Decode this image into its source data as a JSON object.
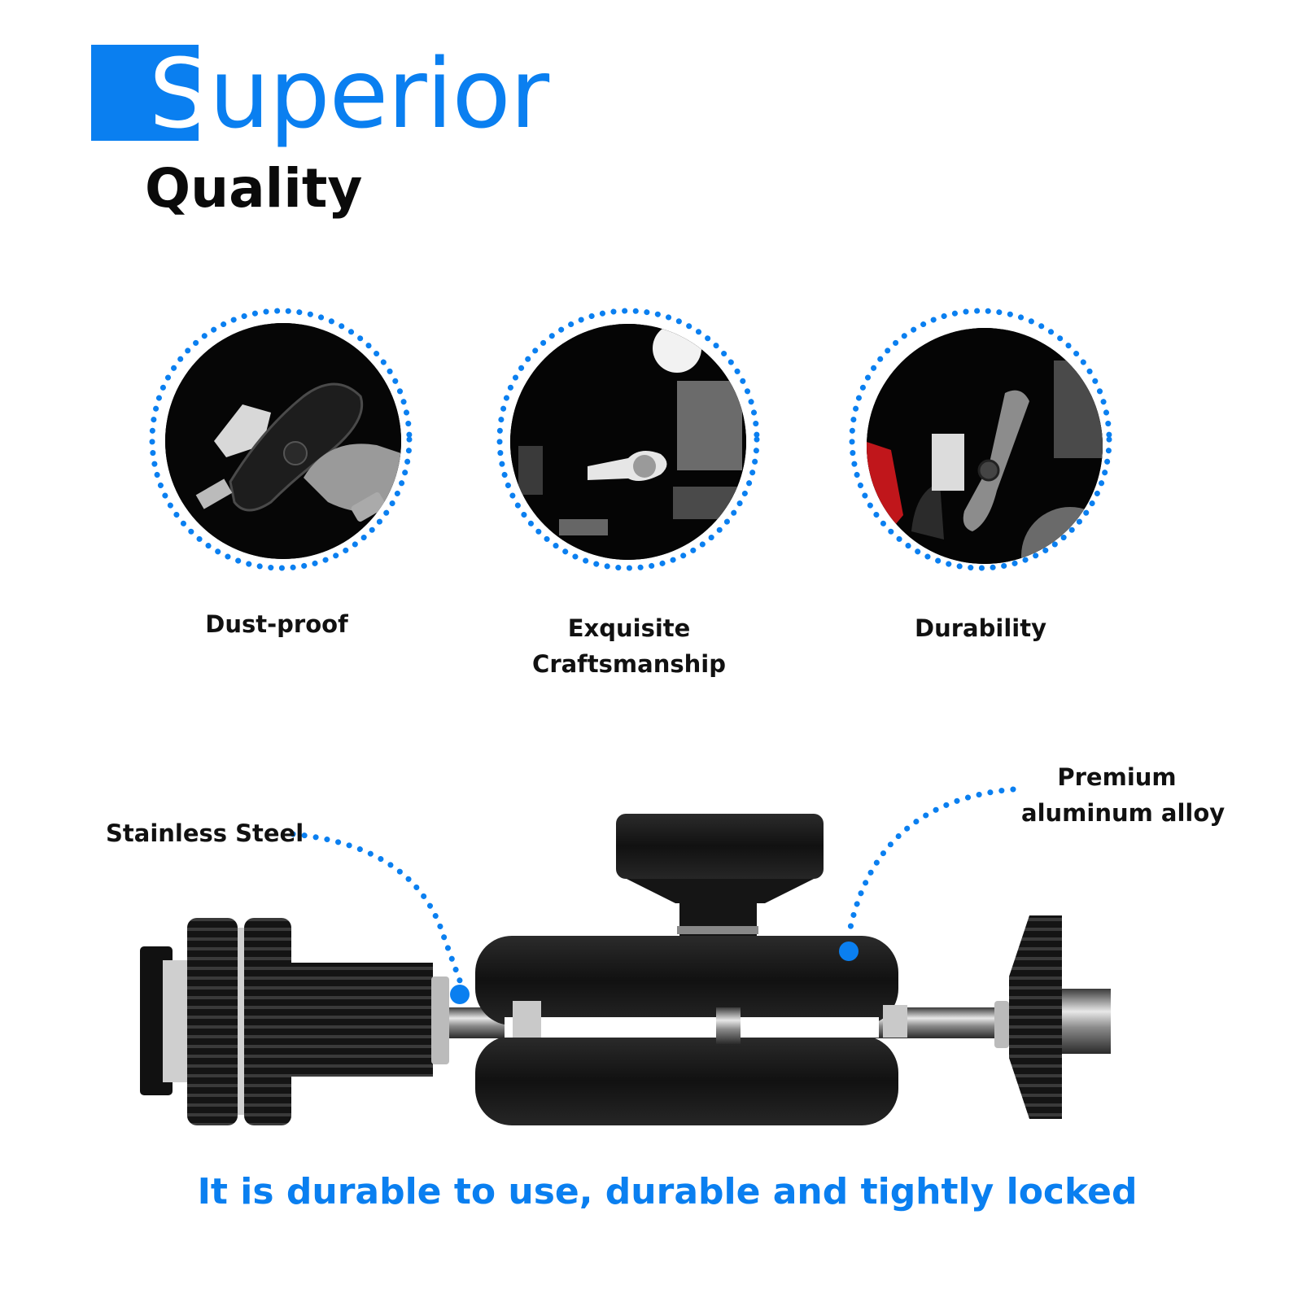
{
  "header": {
    "title_first_letter": "S",
    "title_rest": "uperior",
    "subtitle": "Quality",
    "accent_color": "#0a7ff0"
  },
  "features": [
    {
      "label": "Dust-proof",
      "icon": "ball-head-closeup-photo"
    },
    {
      "label_line1": "Exquisite",
      "label_line2": "Craftsmanship",
      "icon": "thumbscrew-closeup-photo"
    },
    {
      "label": "Durability",
      "icon": "magic-arm-closeup-photo"
    }
  ],
  "product": {
    "callouts": {
      "left": "Stainless Steel",
      "right_line1": "Premium",
      "right_line2": "aluminum alloy"
    }
  },
  "tagline": "It is durable to use, durable and tightly locked"
}
